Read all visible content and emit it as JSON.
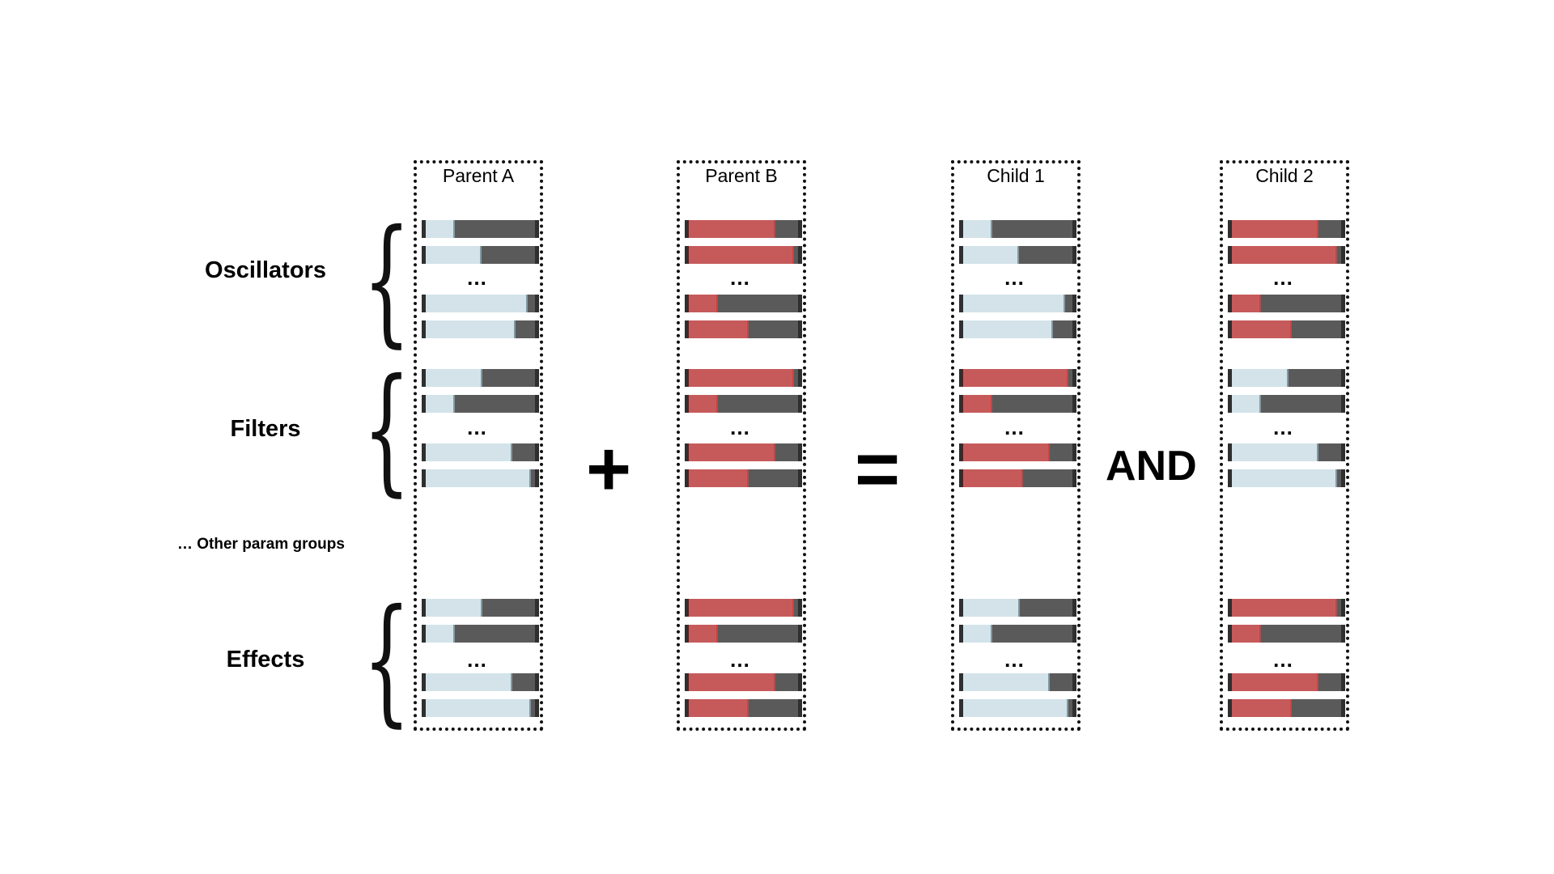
{
  "labels": {
    "oscillators": "Oscillators",
    "filters": "Filters",
    "other": "… Other param groups",
    "effects": "Effects"
  },
  "operators": {
    "plus": "+",
    "equals": "=",
    "and": "AND"
  },
  "ellipsis": "…",
  "colors": {
    "light": "#d3e3e9",
    "red": "#c65a5b",
    "dark": "#5a5a5a",
    "cap": "#2f2f2f"
  },
  "columns": [
    {
      "title": "Parent A",
      "bars": [
        {
          "c": "light",
          "v": 0.27
        },
        {
          "c": "light",
          "v": 0.51
        },
        {
          "c": "light",
          "v": 0.93
        },
        {
          "c": "light",
          "v": 0.82
        },
        {
          "c": "light",
          "v": 0.52
        },
        {
          "c": "light",
          "v": 0.27
        },
        {
          "c": "light",
          "v": 0.79
        },
        {
          "c": "light",
          "v": 0.96
        },
        {
          "c": "light",
          "v": 0.52
        },
        {
          "c": "light",
          "v": 0.27
        },
        {
          "c": "light",
          "v": 0.79
        },
        {
          "c": "light",
          "v": 0.96
        }
      ]
    },
    {
      "title": "Parent B",
      "bars": [
        {
          "c": "red",
          "v": 0.79
        },
        {
          "c": "red",
          "v": 0.96
        },
        {
          "c": "red",
          "v": 0.27
        },
        {
          "c": "red",
          "v": 0.55
        },
        {
          "c": "red",
          "v": 0.96
        },
        {
          "c": "red",
          "v": 0.27
        },
        {
          "c": "red",
          "v": 0.79
        },
        {
          "c": "red",
          "v": 0.55
        },
        {
          "c": "red",
          "v": 0.96
        },
        {
          "c": "red",
          "v": 0.27
        },
        {
          "c": "red",
          "v": 0.79
        },
        {
          "c": "red",
          "v": 0.55
        }
      ]
    },
    {
      "title": "Child 1",
      "bars": [
        {
          "c": "light",
          "v": 0.27
        },
        {
          "c": "light",
          "v": 0.51
        },
        {
          "c": "light",
          "v": 0.93
        },
        {
          "c": "light",
          "v": 0.82
        },
        {
          "c": "red",
          "v": 0.96
        },
        {
          "c": "red",
          "v": 0.27
        },
        {
          "c": "red",
          "v": 0.79
        },
        {
          "c": "red",
          "v": 0.55
        },
        {
          "c": "light",
          "v": 0.52
        },
        {
          "c": "light",
          "v": 0.27
        },
        {
          "c": "light",
          "v": 0.79
        },
        {
          "c": "light",
          "v": 0.96
        }
      ]
    },
    {
      "title": "Child 2",
      "bars": [
        {
          "c": "red",
          "v": 0.79
        },
        {
          "c": "red",
          "v": 0.96
        },
        {
          "c": "red",
          "v": 0.27
        },
        {
          "c": "red",
          "v": 0.55
        },
        {
          "c": "light",
          "v": 0.52
        },
        {
          "c": "light",
          "v": 0.27
        },
        {
          "c": "light",
          "v": 0.79
        },
        {
          "c": "light",
          "v": 0.96
        },
        {
          "c": "red",
          "v": 0.96
        },
        {
          "c": "red",
          "v": 0.27
        },
        {
          "c": "red",
          "v": 0.79
        },
        {
          "c": "red",
          "v": 0.55
        }
      ]
    }
  ]
}
